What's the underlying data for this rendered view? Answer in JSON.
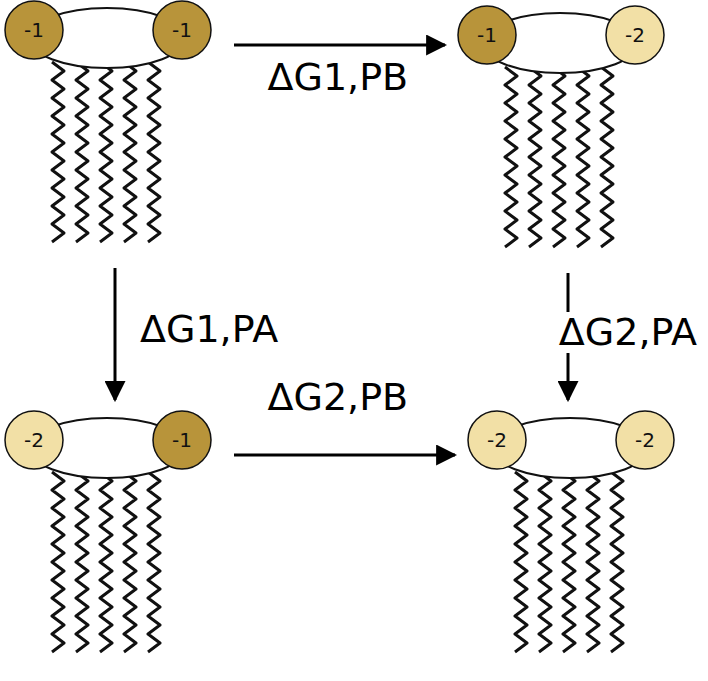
{
  "diagram": {
    "nodes": [
      {
        "text": [
          "-1",
          "-1"
        ]
      },
      {
        "text": [
          "-1",
          "-2"
        ]
      },
      {
        "text": [
          "-2",
          "-1"
        ]
      },
      {
        "text": [
          "-2",
          "-2"
        ]
      }
    ],
    "edges": [
      {
        "from": 0,
        "to": 1,
        "arrow": "to",
        "label": "ΔG1,PB"
      },
      {
        "from": 0,
        "to": 2,
        "arrow": "to",
        "label": "ΔG1,PA"
      },
      {
        "from": 1,
        "to": 3,
        "arrow": "to",
        "label": "ΔG2,PA"
      },
      {
        "from": 2,
        "to": 3,
        "arrow": "to",
        "label": "ΔG2,PB"
      }
    ]
  }
}
